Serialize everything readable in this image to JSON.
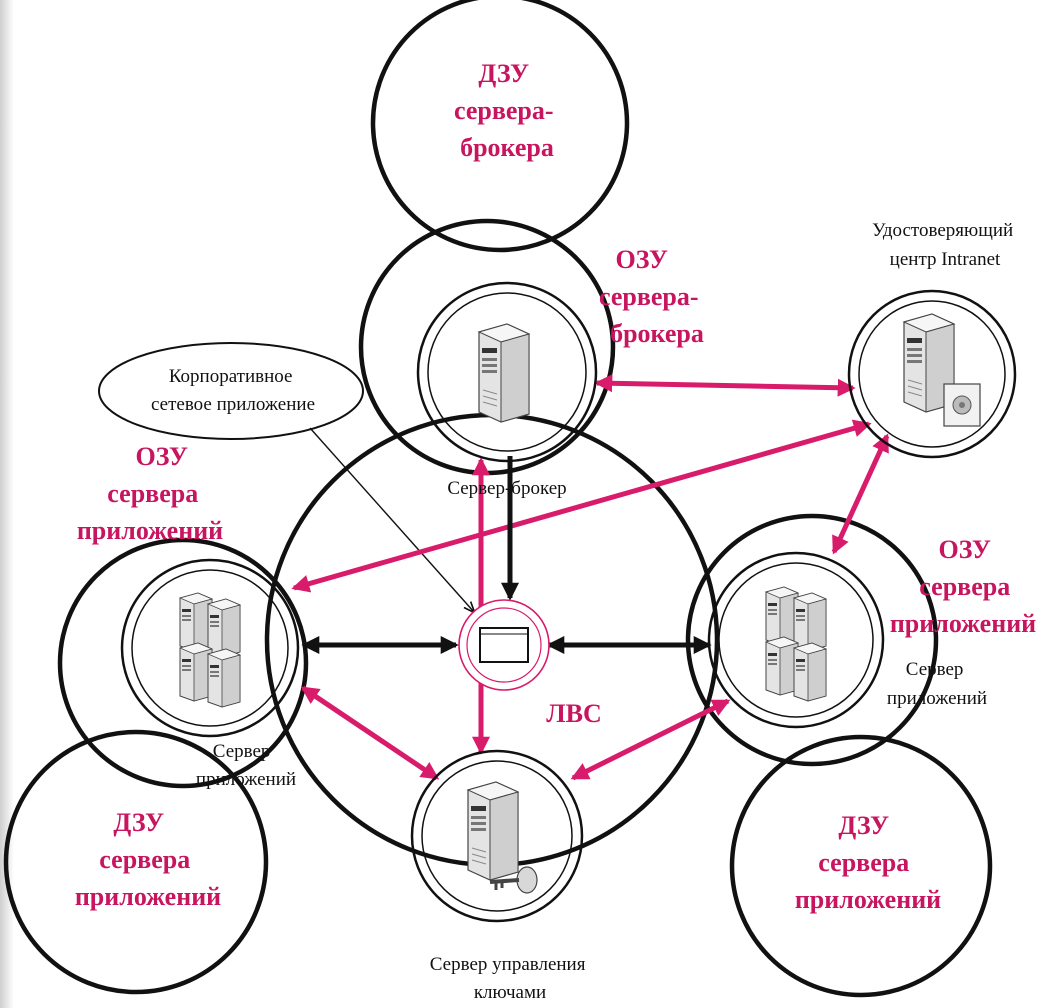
{
  "colors": {
    "accent": "#d81b6a",
    "line": "#111111",
    "server_body": "#e6e6e6"
  },
  "labels": {
    "dzu_broker": [
      "ДЗУ",
      "сервера-",
      "брокера"
    ],
    "ozu_broker": [
      "ОЗУ",
      "сервера-",
      "брокера"
    ],
    "ozu_app_left": [
      "ОЗУ",
      "сервера",
      "приложений"
    ],
    "ozu_app_right": [
      "ОЗУ",
      "сервера",
      "приложений"
    ],
    "dzu_app_left": [
      "ДЗУ",
      "сервера",
      "приложений"
    ],
    "dzu_app_right": [
      "ДЗУ",
      "сервера",
      "приложений"
    ],
    "lan": "ЛВС",
    "ca": [
      "Удостоверяющий",
      "центр Intranet"
    ],
    "corp_app": [
      "Корпоративное",
      "сетевое приложение"
    ],
    "broker": "Сервер-брокер",
    "app_left": [
      "Сервер",
      "приложений"
    ],
    "app_right": [
      "Сервер",
      "приложений"
    ],
    "key_server": [
      "Сервер управления",
      "ключами"
    ]
  },
  "nodes": [
    {
      "id": "broker-server",
      "icon": "server-tower-icon"
    },
    {
      "id": "certificate-authority",
      "icon": "certificate-server-icon"
    },
    {
      "id": "app-server-left",
      "icon": "server-cluster-icon"
    },
    {
      "id": "app-server-right",
      "icon": "server-cluster-icon"
    },
    {
      "id": "key-management-server",
      "icon": "key-server-icon"
    },
    {
      "id": "corporate-app",
      "icon": "window-icon"
    }
  ]
}
